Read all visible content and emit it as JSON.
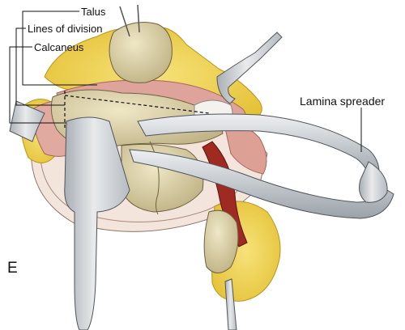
{
  "figure": {
    "labels": {
      "talus": "Talus",
      "lines_of_division": "Lines of division",
      "calcaneus": "Calcaneus",
      "lamina_spreader": "Lamina spreader"
    },
    "panel_letter": "E"
  },
  "colors": {
    "fat": "#f0d54a",
    "bone": "#ddd2a8",
    "muscle": "#d9968d",
    "tendon": "#9e2a22",
    "instrument": "#c8cdd2",
    "outline": "#2a2a2a"
  }
}
